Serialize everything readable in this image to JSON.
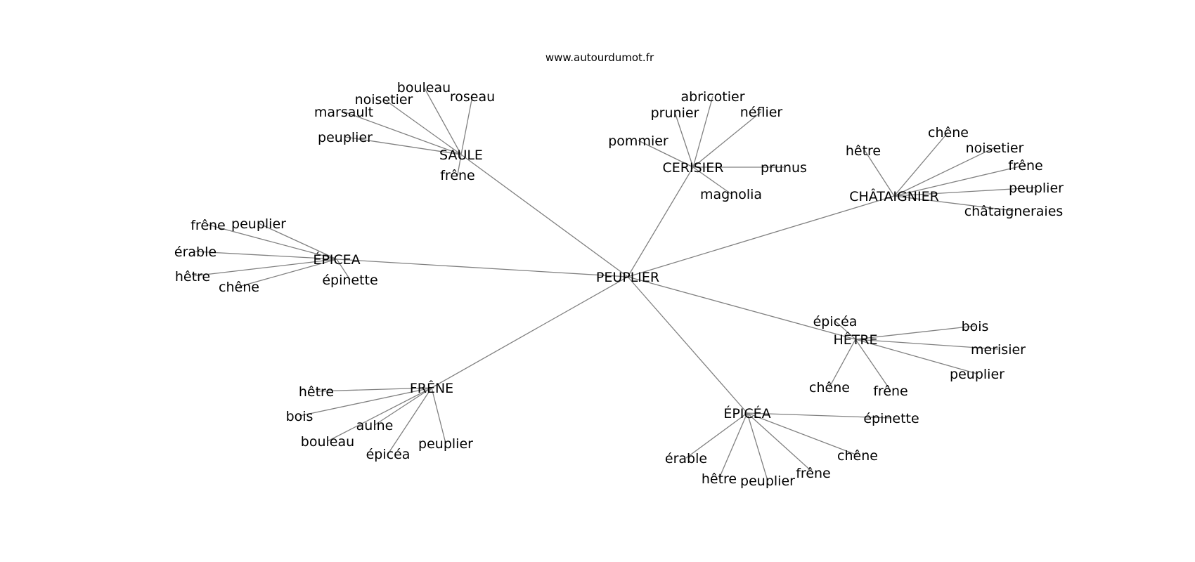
{
  "header": {
    "site": "www.autourdumot.fr"
  },
  "colors": {
    "edge": "#808080",
    "text": "#000000",
    "background": "#ffffff"
  },
  "graph": {
    "center": "PEUPLIER",
    "hubs": [
      {
        "label": "SAULE",
        "words": [
          "bouleau",
          "roseau",
          "noisetier",
          "marsault",
          "peuplier",
          "frêne"
        ]
      },
      {
        "label": "CERISIER",
        "words": [
          "abricotier",
          "prunier",
          "néflier",
          "pommier",
          "prunus",
          "magnolia"
        ]
      },
      {
        "label": "CHÂTAIGNIER",
        "words": [
          "hêtre",
          "chêne",
          "noisetier",
          "frêne",
          "peuplier",
          "châtaigneraies"
        ]
      },
      {
        "label": "ÉPICEA",
        "words": [
          "frêne",
          "peuplier",
          "érable",
          "hêtre",
          "chêne",
          "épinette"
        ]
      },
      {
        "label": "HÊTRE",
        "words": [
          "épicéa",
          "bois",
          "merisier",
          "peuplier",
          "chêne",
          "frêne"
        ]
      },
      {
        "label": "FRÊNE",
        "words": [
          "hêtre",
          "bois",
          "aulne",
          "bouleau",
          "épicéa",
          "peuplier"
        ]
      },
      {
        "label": "ÉPICÉA",
        "words": [
          "épinette",
          "chêne",
          "érable",
          "frêne",
          "hêtre",
          "peuplier"
        ]
      }
    ]
  }
}
